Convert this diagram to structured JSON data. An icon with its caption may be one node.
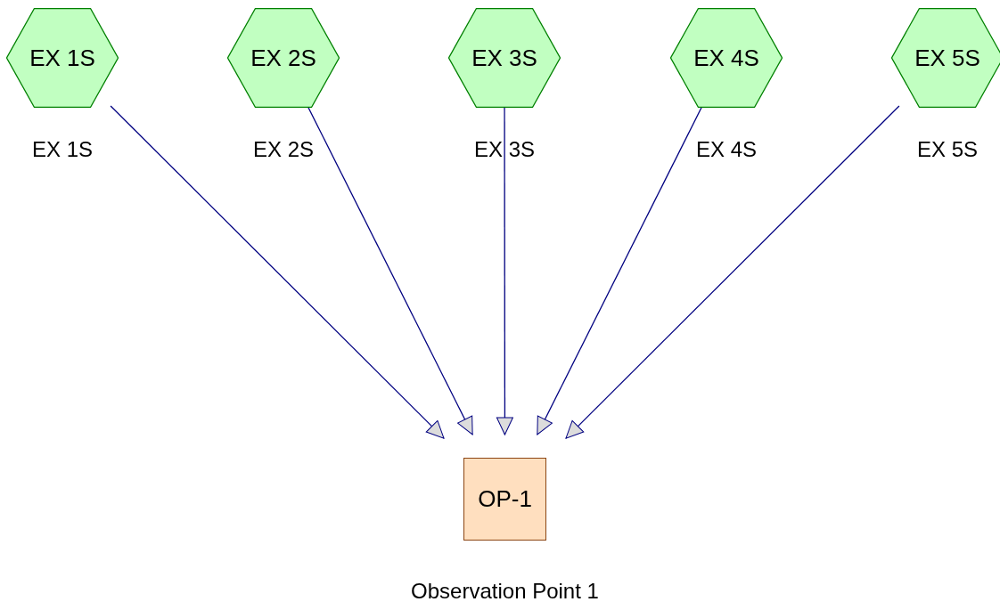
{
  "diagram": {
    "nodes": [
      {
        "text": [
          "EX 1S"
        ],
        "beside": [
          "EX 1S"
        ]
      },
      {
        "text": [
          "EX 2S"
        ],
        "beside": [
          "EX 2S"
        ]
      },
      {
        "text": [
          "EX 3S"
        ],
        "beside": [
          "EX 3S"
        ]
      },
      {
        "text": [
          "EX 4S"
        ],
        "beside": [
          "EX 4S"
        ]
      },
      {
        "text": [
          "EX 5S"
        ],
        "beside": [
          "EX 5S"
        ]
      },
      {
        "text": [
          "OP-1"
        ],
        "beside": [
          "Observation Point 1"
        ]
      }
    ],
    "edges": [
      {
        "from": 0,
        "to": 5,
        "arrow": "to"
      },
      {
        "from": 1,
        "to": 5,
        "arrow": "to"
      },
      {
        "from": 2,
        "to": 5,
        "arrow": "to"
      },
      {
        "from": 3,
        "to": 5,
        "arrow": "to"
      },
      {
        "from": 4,
        "to": 5,
        "arrow": "to"
      }
    ]
  }
}
